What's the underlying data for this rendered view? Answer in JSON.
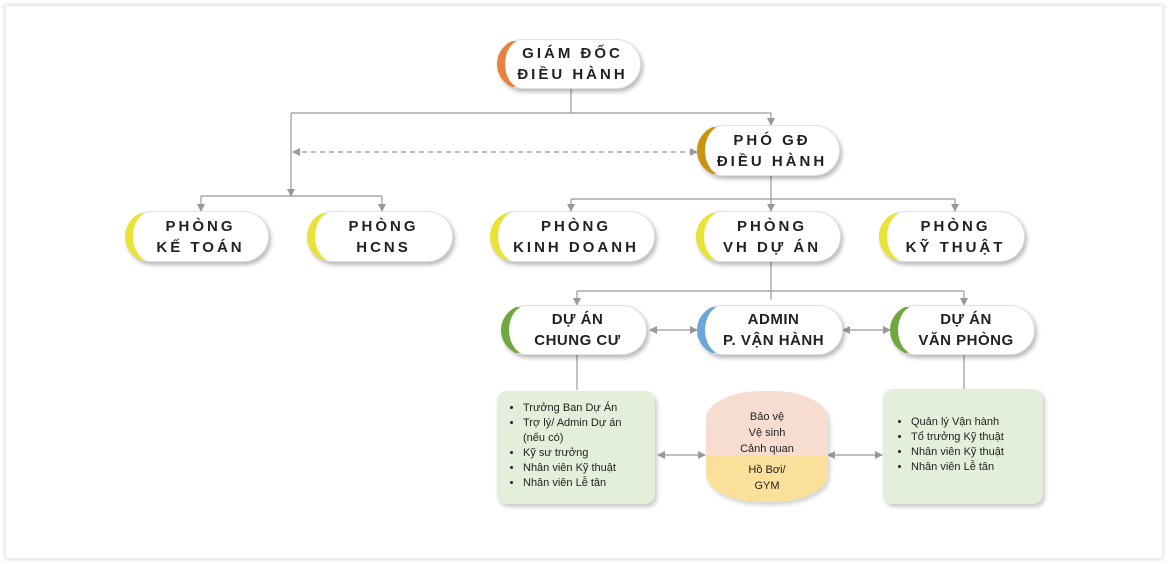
{
  "nodes": {
    "ceo": {
      "line1": "GIÁM ĐỐC",
      "line2": "ĐIỀU HÀNH"
    },
    "deputy": {
      "line1": "PHÓ GĐ",
      "line2": "ĐIỀU HÀNH"
    },
    "accounting": {
      "line1": "PHÒNG",
      "line2": "KẾ TOÁN"
    },
    "hr": {
      "line1": "PHÒNG",
      "line2": "HCNS"
    },
    "sales": {
      "line1": "PHÒNG",
      "line2": "KINH DOANH"
    },
    "project_ops": {
      "line1": "PHÒNG",
      "line2": "VH DỰ ÁN"
    },
    "technical": {
      "line1": "PHÒNG",
      "line2": "KỸ THUẬT"
    },
    "apartment_project": {
      "line1": "DỰ ÁN",
      "line2": "CHUNG CƯ"
    },
    "admin_ops": {
      "line1": "ADMIN",
      "line2": "P. VẬN HÀNH"
    },
    "office_project": {
      "line1": "DỰ ÁN",
      "line2": "VĂN PHÒNG"
    }
  },
  "apartment_staff": [
    "Trưởng Ban Dự Án",
    "Trợ lý/ Admin Dự án (nếu có)",
    "Kỹ sư trưởng",
    "Nhân viên Kỹ thuật",
    "Nhân viên Lễ tân"
  ],
  "shared_services": {
    "top": [
      "Bảo vệ",
      "Vệ sinh",
      "Cảnh quan"
    ],
    "bottom": [
      "Hồ Bơi/",
      "GYM"
    ]
  },
  "office_staff": [
    "Quản lý Vận hành",
    "Tổ trưởng Kỹ thuật",
    "Nhân viên Kỹ thuật",
    "Nhân viên Lễ tân"
  ],
  "colors": {
    "ceo_accent": "#e9813d",
    "deputy_accent": "#c9950f",
    "department_accent": "#e8e336",
    "project_accent": "#6fa83e",
    "admin_accent": "#6aa6d8",
    "staff_box": "#e3eedb",
    "services_top": "#f6ddd0",
    "services_bottom": "#fbe09b",
    "connector": "#999999"
  }
}
